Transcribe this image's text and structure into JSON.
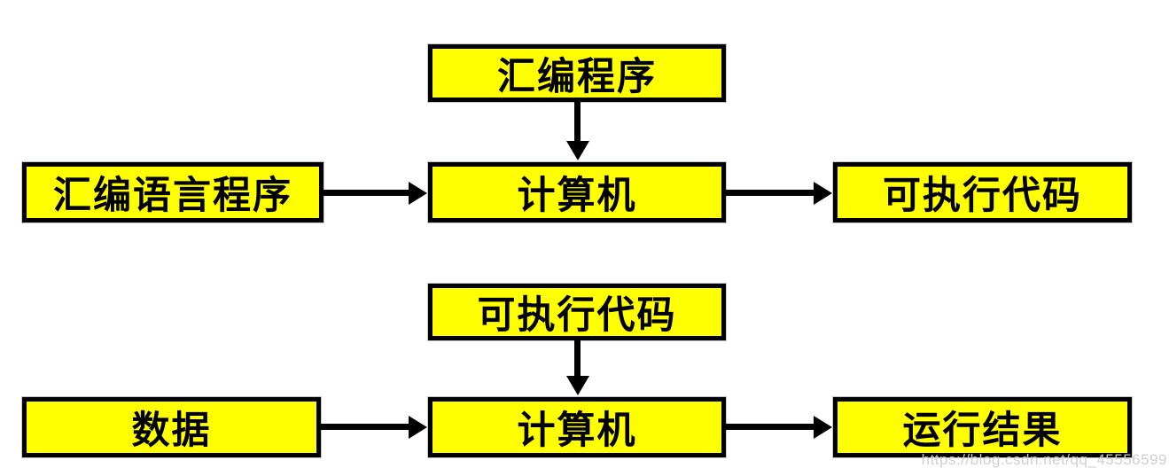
{
  "diagram": {
    "title_hint": "assembly-program-execution-flowchart",
    "colors": {
      "node_fill": "#ffff00",
      "node_border": "#000000",
      "arrow": "#000000",
      "background": "#ffffff",
      "watermark": "#cdcdcd"
    },
    "flows": [
      {
        "top_node": "汇编程序",
        "left_node": "汇编语言程序",
        "center_node": "计算机",
        "right_node": "可执行代码"
      },
      {
        "top_node": "可执行代码",
        "left_node": "数据",
        "center_node": "计算机",
        "right_node": "运行结果"
      }
    ],
    "watermark": "https://blog.csdn.net/qq_45556599"
  }
}
